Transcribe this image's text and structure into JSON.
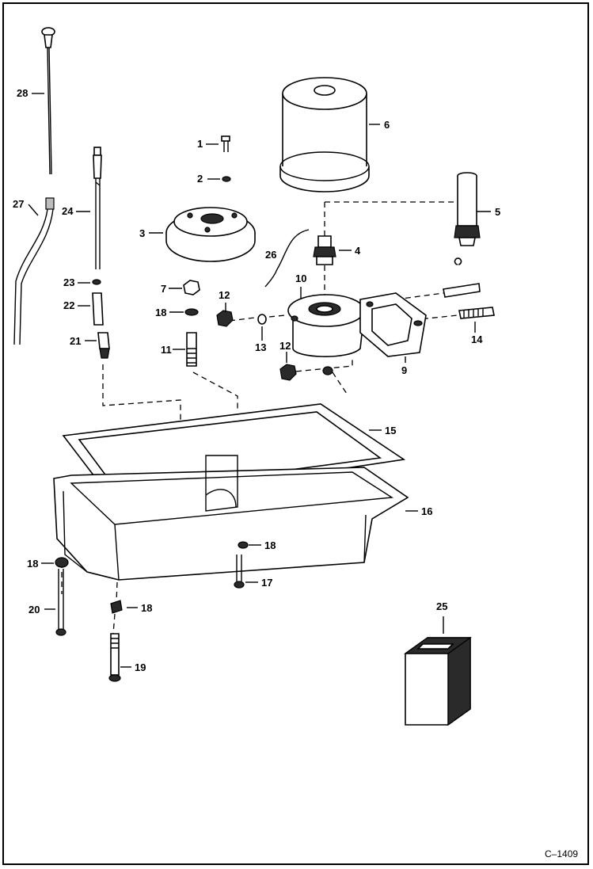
{
  "diagram": {
    "callouts": {
      "c1": "1",
      "c2": "2",
      "c3": "3",
      "c4": "4",
      "c5": "5",
      "c6": "6",
      "c7": "7",
      "c9": "9",
      "c10": "10",
      "c11": "11",
      "c12a": "12",
      "c12b": "12",
      "c13": "13",
      "c14": "14",
      "c15": "15",
      "c16": "16",
      "c17": "17",
      "c18a": "18",
      "c18b": "18",
      "c18c": "18",
      "c18d": "18",
      "c19": "19",
      "c20": "20",
      "c21": "21",
      "c22": "22",
      "c23": "23",
      "c24": "24",
      "c25": "25",
      "c26": "26",
      "c27": "27",
      "c28": "28"
    },
    "figure_code": "C–1409"
  }
}
